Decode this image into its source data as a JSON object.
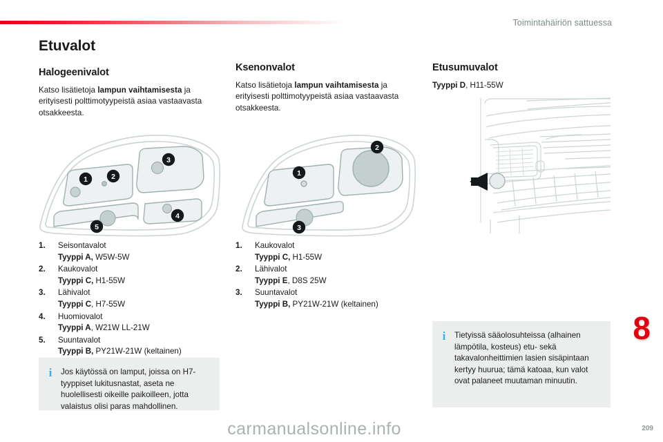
{
  "header": {
    "title": "Toimintahäiriön sattuessa",
    "rule_color": "#e20613"
  },
  "document": {
    "title": "Etuvalot",
    "chapter_number": "8",
    "page_number": "209",
    "watermark": "carmanualsonline.info"
  },
  "columns": {
    "halogen": {
      "heading": "Halogeenivalot",
      "intro": {
        "before": "Katso lisätietoja ",
        "bold": "lampun vaihtamisesta",
        "after": " ja erityisesti polttimotyypeistä asiaa vastaavasta otsakkeesta."
      },
      "figure_name": "halogen-headlamp-diagram",
      "items": [
        {
          "num": "1.",
          "label": "Seisontavalot",
          "type_bold": "Tyyppi A,",
          "type_rest": " W5W-5W"
        },
        {
          "num": "2.",
          "label": "Kaukovalot",
          "type_bold": "Tyyppi C,",
          "type_rest": " H1-55W"
        },
        {
          "num": "3.",
          "label": "Lähivalot",
          "type_bold": "Tyyppi C",
          "type_rest": ", H7-55W"
        },
        {
          "num": "4.",
          "label": "Huomiovalot",
          "type_bold": "Tyyppi A",
          "type_rest": ", W21W LL-21W"
        },
        {
          "num": "5.",
          "label": "Suuntavalot",
          "type_bold": "Tyyppi B,",
          "type_rest": " PY21W-21W (keltainen)"
        }
      ],
      "info": {
        "icon": "info-icon",
        "text": "Jos käytössä on lamput, joissa on H7-tyyppiset lukitusnastat, aseta ne huolellisesti oikeille paikoilleen, jotta valaistus olisi paras mahdollinen."
      }
    },
    "xenon": {
      "heading": "Ksenonvalot",
      "intro": {
        "before": "Katso lisätietoja ",
        "bold": "lampun vaihtamisesta",
        "after": " ja erityisesti polttimotyypeistä asiaa vastaavasta otsakkeesta."
      },
      "figure_name": "xenon-headlamp-diagram",
      "items": [
        {
          "num": "1.",
          "label": "Kaukovalot",
          "type_bold": "Tyyppi C,",
          "type_rest": " H1-55W"
        },
        {
          "num": "2.",
          "label": "Lähivalot",
          "type_bold": "Tyyppi E",
          "type_rest": ", D8S 25W"
        },
        {
          "num": "3.",
          "label": "Suuntavalot",
          "type_bold": "Tyyppi B,",
          "type_rest": " PY21W-21W (keltainen)"
        }
      ]
    },
    "foglamp": {
      "heading": "Etusumuvalot",
      "type_bold": "Tyyppi D",
      "type_rest": ", H11-55W",
      "figure_name": "front-foglamp-diagram",
      "info": {
        "icon": "info-icon",
        "text": "Tietyissä sääolosuhteissa (alhainen lämpötila, kosteus) etu- sekä takavalonheittimien lasien sisäpintaan kertyy huurua; tämä katoaa, kun valot ovat palaneet muutaman minuutin."
      }
    }
  },
  "colors": {
    "accent_red": "#e3000f",
    "info_blue": "#2cb3ea",
    "info_bg": "#eceeee",
    "header_gray": "#7d8a8a"
  }
}
